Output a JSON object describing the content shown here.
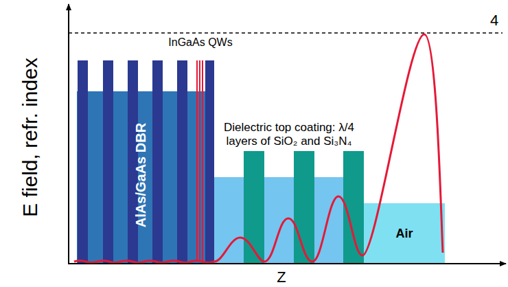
{
  "diagram": {
    "nodes": [
      {
        "text": [
          "AlAs/GaAs DBR"
        ]
      },
      {
        "text": [
          "Dielectric top coating: λ/4 layers of SiO₂ and Si₃N₄"
        ]
      },
      {
        "text": [
          "Air"
        ]
      }
    ],
    "labels": [
      "E field, refr. index",
      "Z",
      "4",
      "InGaAs QWs"
    ]
  }
}
